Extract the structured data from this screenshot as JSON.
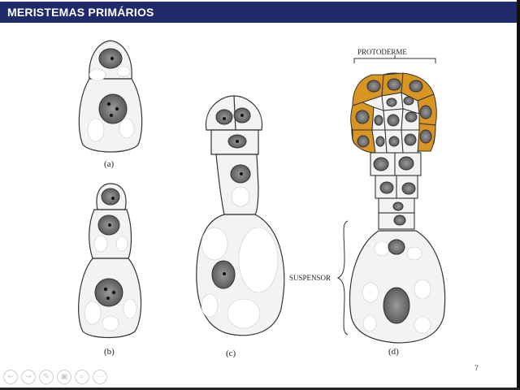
{
  "slide": {
    "title": "MERISTEMAS PRIMÁRIOS",
    "page_number": "7"
  },
  "figure": {
    "labels": {
      "a": "(a)",
      "b": "(b)",
      "c": "(c)",
      "d": "(d)",
      "protoderme": "PROTODERME",
      "suspensor": "SUSPENSOR"
    },
    "colors": {
      "protoderm_fill": "#d99522",
      "cell_fill": "#f4f4f4",
      "nucleus_fill": "#777777",
      "outline": "#333333"
    }
  },
  "toolbar": {
    "buttons": [
      {
        "name": "prev-icon",
        "glyph": "←"
      },
      {
        "name": "next-icon",
        "glyph": "→"
      },
      {
        "name": "pen-icon",
        "glyph": "✎"
      },
      {
        "name": "slides-icon",
        "glyph": "▣"
      },
      {
        "name": "zoom-icon",
        "glyph": "⌕"
      },
      {
        "name": "more-icon",
        "glyph": "⋯"
      }
    ]
  }
}
